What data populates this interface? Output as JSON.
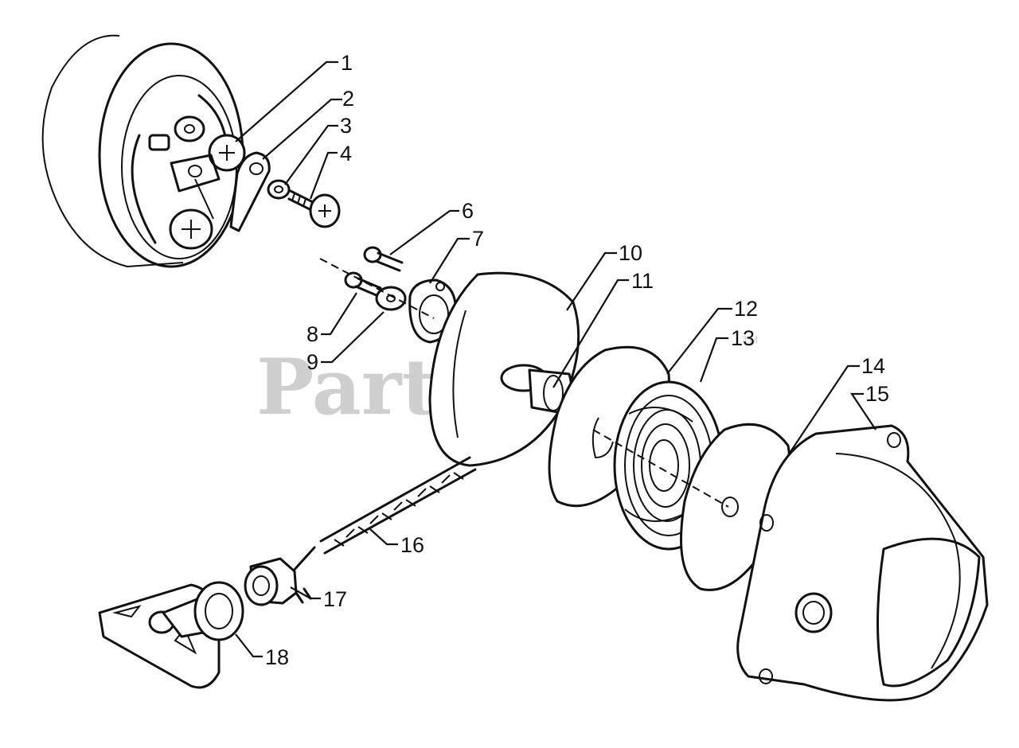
{
  "watermark": {
    "brand": "PartsTree",
    "trademark": "TM"
  },
  "callouts": [
    {
      "id": "1",
      "label": "1"
    },
    {
      "id": "2",
      "label": "2"
    },
    {
      "id": "3",
      "label": "3"
    },
    {
      "id": "4",
      "label": "4"
    },
    {
      "id": "6",
      "label": "6"
    },
    {
      "id": "7",
      "label": "7"
    },
    {
      "id": "8",
      "label": "8"
    },
    {
      "id": "9",
      "label": "9"
    },
    {
      "id": "10",
      "label": "10"
    },
    {
      "id": "11",
      "label": "11"
    },
    {
      "id": "12",
      "label": "12"
    },
    {
      "id": "13",
      "label": "13"
    },
    {
      "id": "14",
      "label": "14"
    },
    {
      "id": "15",
      "label": "15"
    },
    {
      "id": "16",
      "label": "16"
    },
    {
      "id": "17",
      "label": "17"
    },
    {
      "id": "18",
      "label": "18"
    }
  ],
  "colors": {
    "line": "#111111",
    "background": "#ffffff",
    "watermark": "#cfcfcf"
  }
}
